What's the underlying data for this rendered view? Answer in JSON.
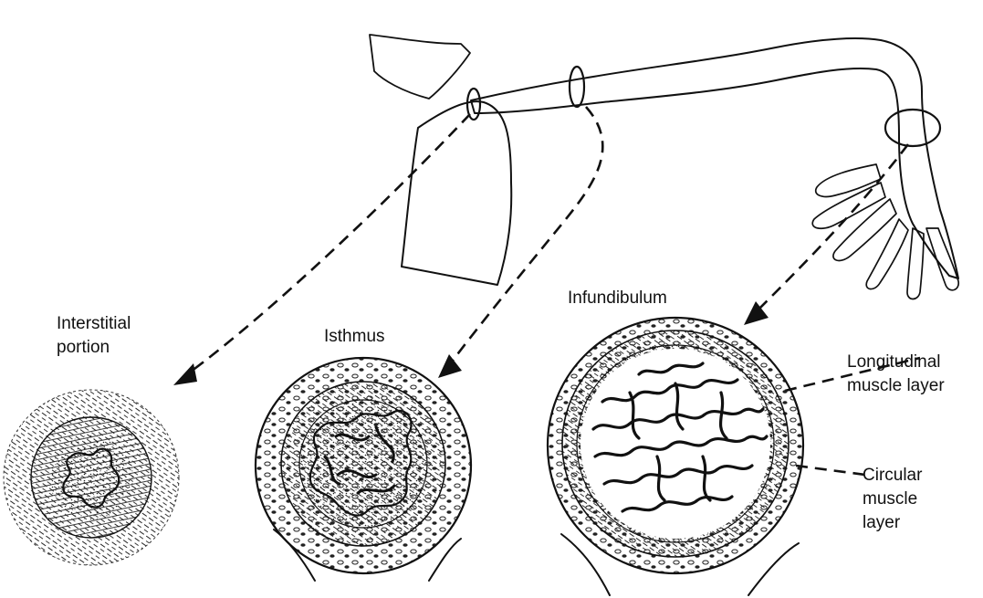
{
  "labels": {
    "interstitial": [
      "Interstitial",
      "portion"
    ],
    "isthmus": "Isthmus",
    "infundibulum": "Infundibulum",
    "longitudinal": [
      "Longitudinal",
      "muscle layer"
    ],
    "circular": [
      "Circular",
      "muscle",
      "layer"
    ]
  },
  "colors": {
    "ink": "#111111",
    "background": "#ffffff"
  }
}
